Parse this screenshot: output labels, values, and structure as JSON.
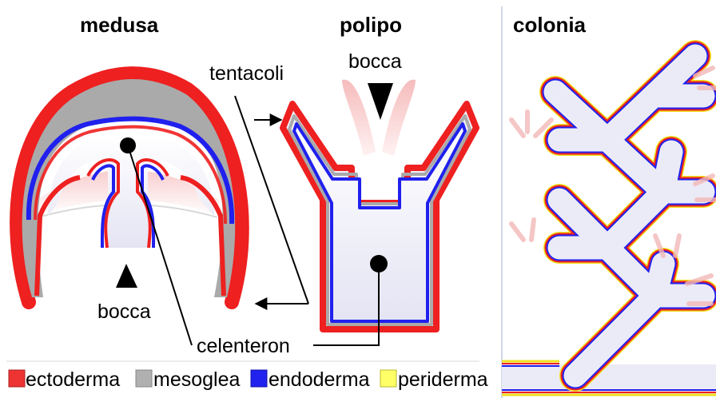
{
  "titles": {
    "medusa": "medusa",
    "polipo": "polipo",
    "colonia": "colonia"
  },
  "labels": {
    "bocca_polipo": "bocca",
    "bocca_medusa": "bocca",
    "tentacoli": "tentacoli",
    "celenteron": "celenteron"
  },
  "legend": [
    {
      "label": "ectoderma",
      "color": "#ee3333"
    },
    {
      "label": "mesoglea",
      "color": "#b0b0b0"
    },
    {
      "label": "endoderma",
      "color": "#2222ee"
    },
    {
      "label": "periderma",
      "color": "#ffff66"
    }
  ],
  "colors": {
    "ectoderm": "#ee2020",
    "mesoglea": "#aaaaaa",
    "endoderm": "#2020ee",
    "periderm": "#f0e020",
    "cavity": "#ebebf7",
    "tentacle_pink": "#f2b8b8"
  }
}
